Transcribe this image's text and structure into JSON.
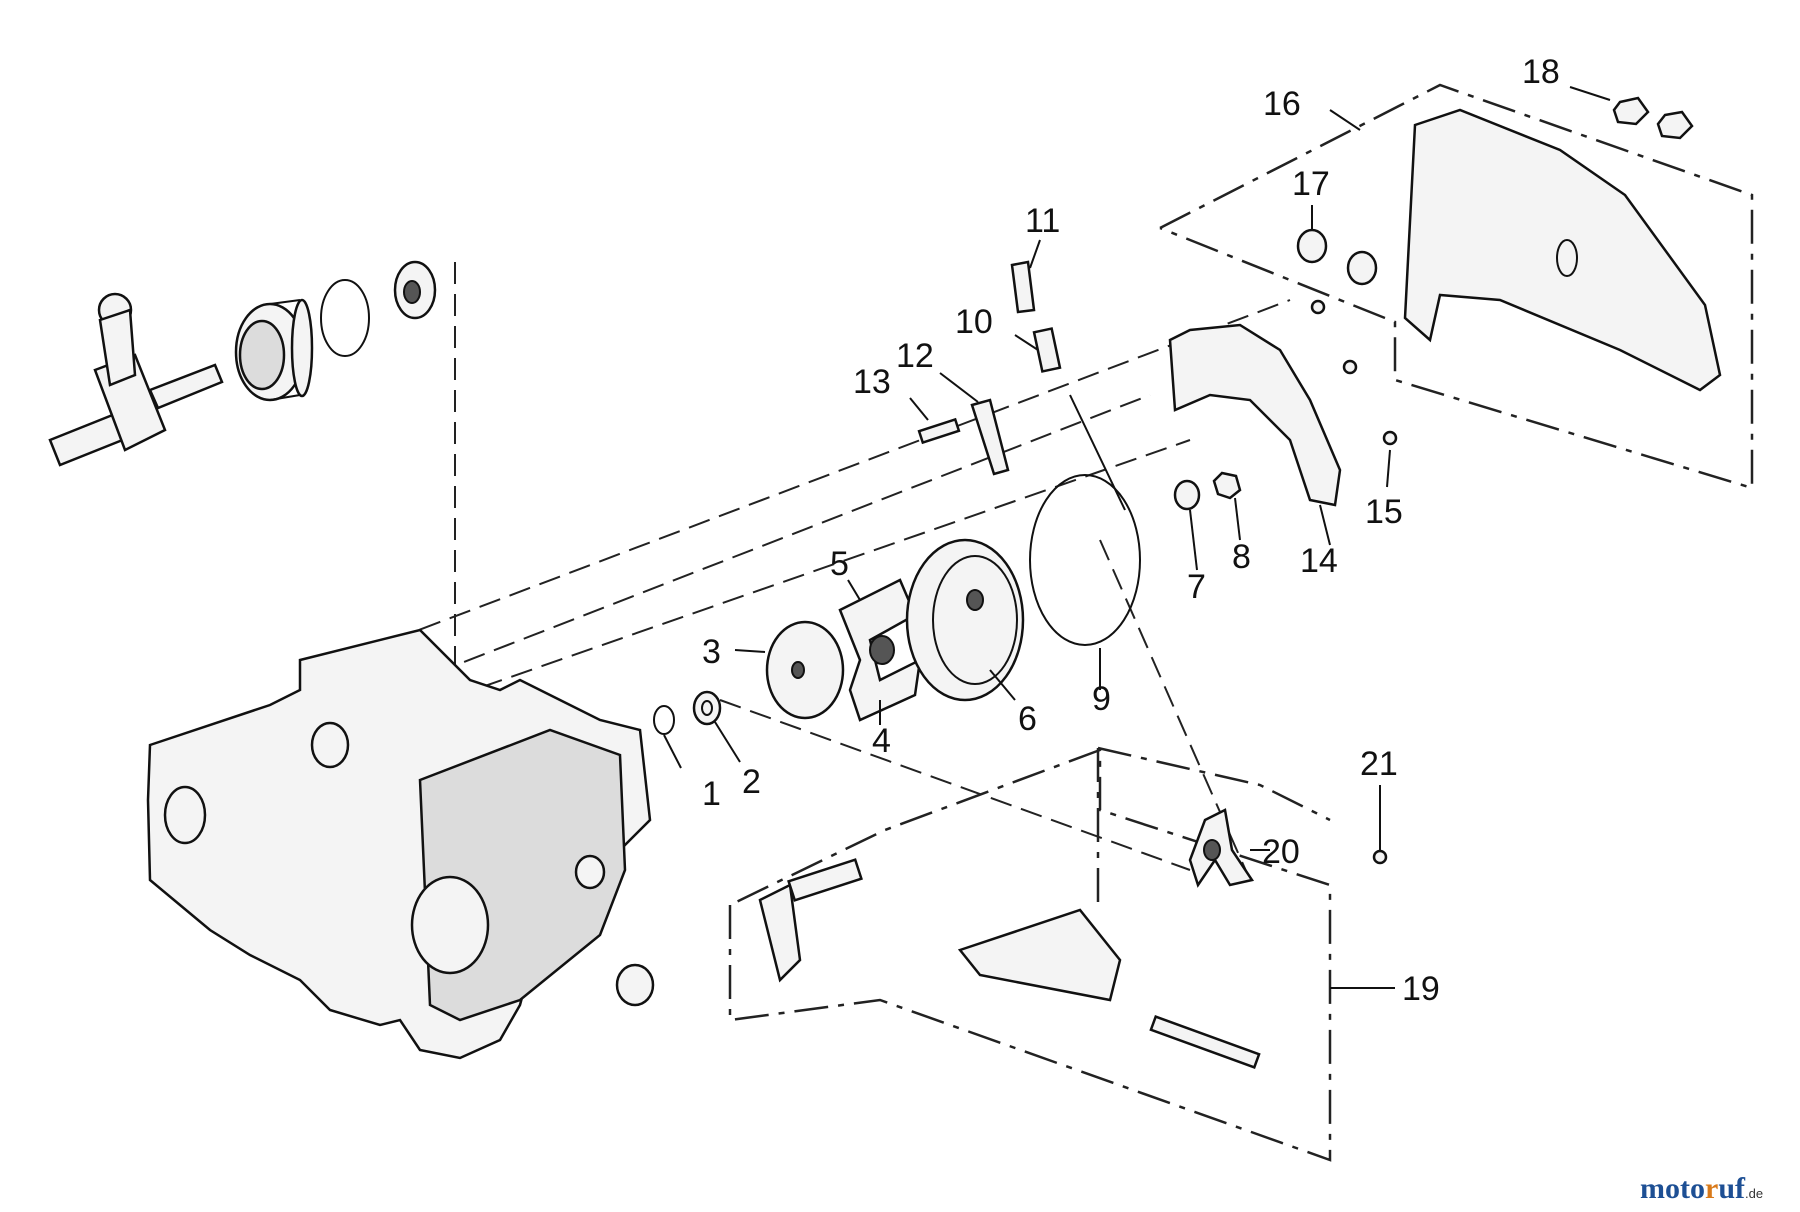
{
  "callouts": [
    {
      "id": "1",
      "label": "1"
    },
    {
      "id": "2",
      "label": "2"
    },
    {
      "id": "3",
      "label": "3"
    },
    {
      "id": "4",
      "label": "4"
    },
    {
      "id": "5",
      "label": "5"
    },
    {
      "id": "6",
      "label": "6"
    },
    {
      "id": "7",
      "label": "7"
    },
    {
      "id": "8",
      "label": "8"
    },
    {
      "id": "9",
      "label": "9"
    },
    {
      "id": "10",
      "label": "10"
    },
    {
      "id": "11",
      "label": "11"
    },
    {
      "id": "12",
      "label": "12"
    },
    {
      "id": "13",
      "label": "13"
    },
    {
      "id": "14",
      "label": "14"
    },
    {
      "id": "15",
      "label": "15"
    },
    {
      "id": "16",
      "label": "16"
    },
    {
      "id": "17",
      "label": "17"
    },
    {
      "id": "18",
      "label": "18"
    },
    {
      "id": "19",
      "label": "19"
    },
    {
      "id": "20",
      "label": "20"
    },
    {
      "id": "21",
      "label": "21"
    }
  ],
  "watermark": {
    "part1": "moto",
    "part2": "r",
    "part3": "uf",
    "suffix": ".de"
  }
}
